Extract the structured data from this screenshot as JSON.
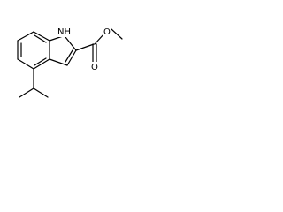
{
  "molecule": {
    "atoms": {
      "nh": "NH",
      "ester_oxygen": "O",
      "carbonyl_oxygen": "O"
    },
    "colors": {
      "bond": "#000000",
      "label": "#000000",
      "background": "#ffffff"
    }
  }
}
